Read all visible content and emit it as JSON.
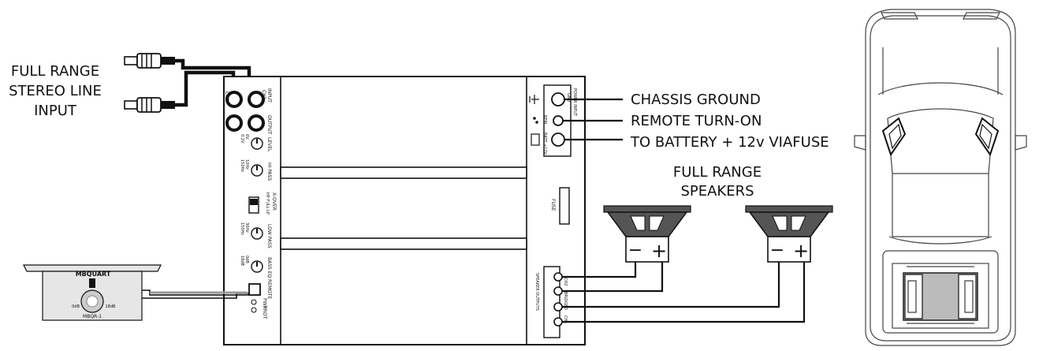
{
  "labels": {
    "input_line1": "FULL RANGE",
    "input_line2": "STEREO LINE",
    "input_line3": "INPUT",
    "chassis_ground": "CHASSIS GROUND",
    "remote_turn_on": "REMOTE TURN-ON",
    "battery": "TO BATTERY + 12v VIAFUSE",
    "speakers_line1": "FULL RANGE",
    "speakers_line2": "SPEAKERS"
  },
  "amp_panel": {
    "input": "INPUT",
    "output": "OUTPUT",
    "ch1": "CH1",
    "ch2": "CH2",
    "level": "LEVEL",
    "level_min": "6V",
    "level_max": "0.2V",
    "hi_pass": "HI PASS",
    "hp_min": "10Hz",
    "hp_max": "150Hz",
    "xover": "X-OVER",
    "xover_opts": "HP FULL LP",
    "low_pass": "LOW PASS",
    "lp_min": "30Hz",
    "lp_max": "150Hz",
    "bass_eq": "BASS EQ",
    "eq_min": "0dB",
    "eq_max": "18dB",
    "remote": "REMOTE",
    "pwr": "PWR",
    "prot": "PROT",
    "fuse": "FUSE",
    "power_input": "POWER INPUT",
    "gnd": "GND",
    "rem": "REM",
    "batt": "BATT +12V",
    "speaker_outputs": "SPEAKER OUTPUTS",
    "out_ch1": "CH1",
    "out_ch2": "CH2",
    "bridged": "BRIDGED"
  },
  "remote_unit": {
    "brand": "MBQUART",
    "model": "MBQR-1",
    "min": "0dB",
    "max": "18dB"
  },
  "speaker_terminals": {
    "minus": "−",
    "plus": "+"
  }
}
